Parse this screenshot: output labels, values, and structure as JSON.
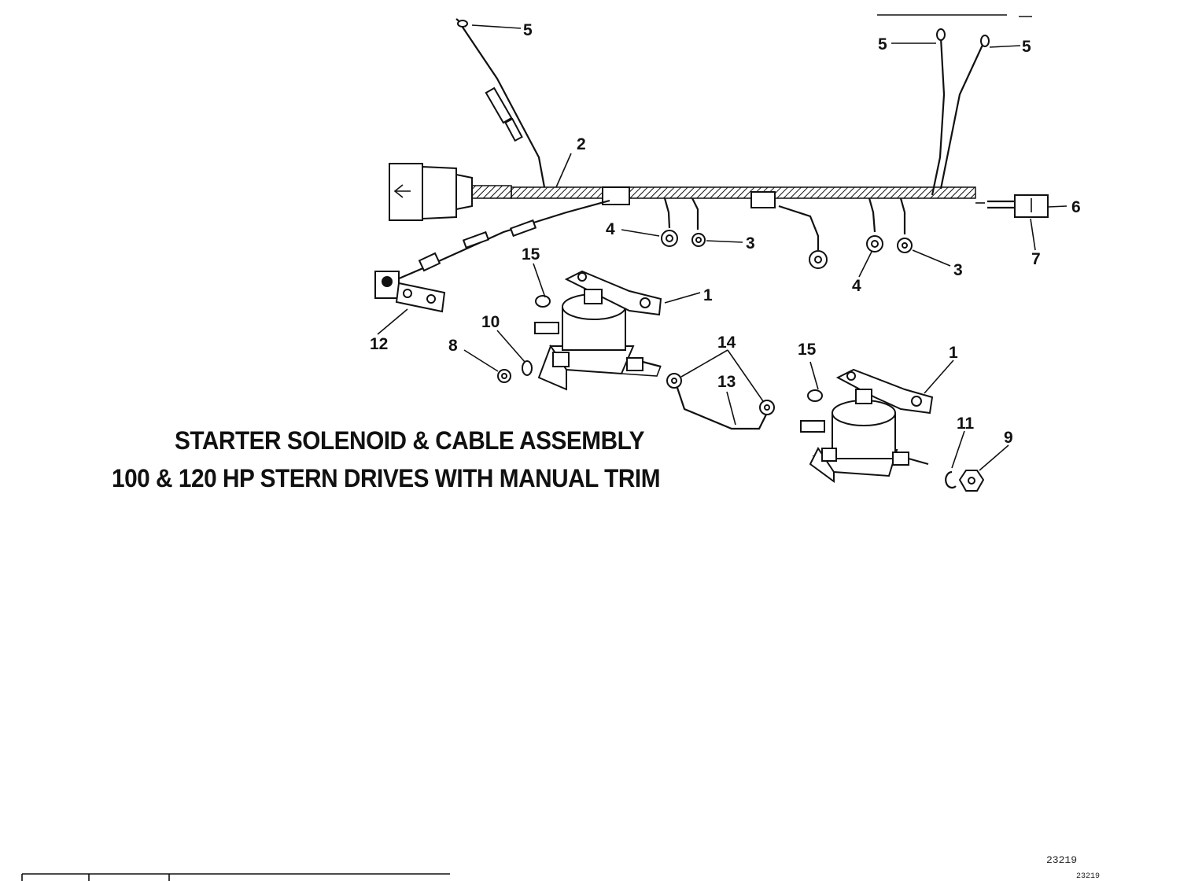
{
  "title": {
    "line1": "STARTER SOLENOID & CABLE ASSEMBLY",
    "line2": "100 & 120 HP STERN DRIVES WITH MANUAL TRIM"
  },
  "reference_numbers": [
    "23219",
    "23219"
  ],
  "callouts": {
    "c5a": "5",
    "c5b": "5",
    "c5c": "5",
    "c2": "2",
    "c6": "6",
    "c7": "7",
    "c4a": "4",
    "c3a": "3",
    "c4b": "4",
    "c3b": "3",
    "c15a": "15",
    "c1a": "1",
    "c12": "12",
    "c10": "10",
    "c8": "8",
    "c14": "14",
    "c13": "13",
    "c15b": "15",
    "c1b": "1",
    "c11": "11",
    "c9": "9"
  }
}
